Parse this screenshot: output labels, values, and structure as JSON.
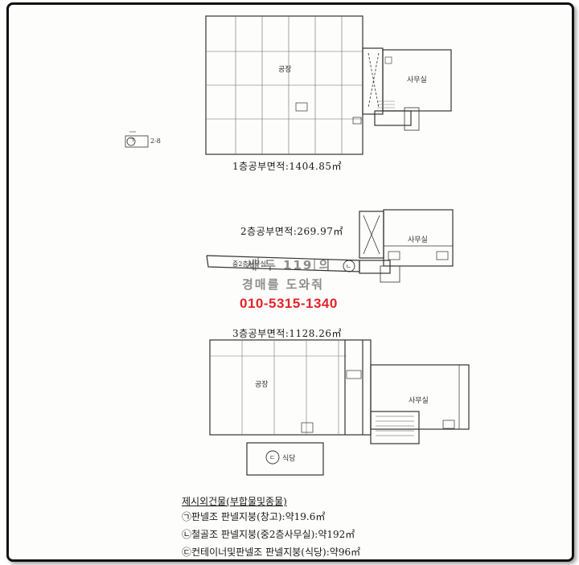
{
  "floors": {
    "f1": {
      "label": "1층공부면적:1404.85㎡",
      "rooms": {
        "factory": "공장",
        "office": "사무실"
      },
      "tag": "2-8"
    },
    "f2": {
      "label": "2층공부면적:269.97㎡",
      "rooms": {
        "office": "사무실",
        "sub": "중2층사무실"
      }
    },
    "f3": {
      "label": "3층공부면적:1128.26㎡",
      "rooms": {
        "factory": "공장",
        "office": "사무실",
        "cafeteria": "식당"
      }
    }
  },
  "watermark": {
    "line1": "세 두 119 의",
    "line2": "경매를 도와줘",
    "phone": "010-5315-1340"
  },
  "legend": {
    "title": "제시외건물(부합물및종물)",
    "items": [
      "㉠판넬조 판넬지붕(창고):약19.6㎡",
      "㉡철골조 판넬지붕(중2층사무실):약192㎡",
      "㉢컨테이너및판넬조 판넬지붕(식당):약96㎡"
    ]
  },
  "marks": {
    "a": "ㄱ",
    "b": "ㄴ",
    "c": "ㄷ"
  },
  "colors": {
    "ink": "#1a1a1a",
    "phone": "#e4242a"
  }
}
